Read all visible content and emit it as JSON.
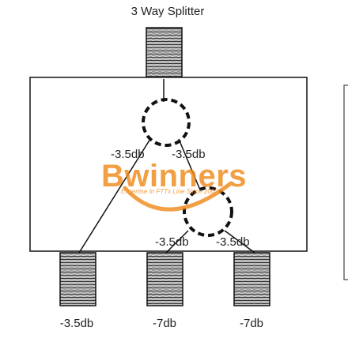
{
  "title": "3 Way Splitter",
  "splitter1": {
    "left_loss": "-3.5db",
    "right_loss": "-3.5db"
  },
  "splitter2": {
    "left_loss": "-3.5db",
    "right_loss": "-3.5db"
  },
  "outputs": [
    {
      "label": "-3.5db"
    },
    {
      "label": "-7db"
    },
    {
      "label": "-7db"
    }
  ],
  "watermark": {
    "brand": "Bwinners",
    "tagline": "Expertise In FTTx Line Since 2002",
    "colors": {
      "brand_orange": "#f08a1c",
      "brand_gray": "#9a9a9a"
    }
  },
  "colors": {
    "line": "#111111",
    "connector_fill": "#d9d9d9",
    "connector_stripe": "#333333",
    "text": "#222222"
  }
}
